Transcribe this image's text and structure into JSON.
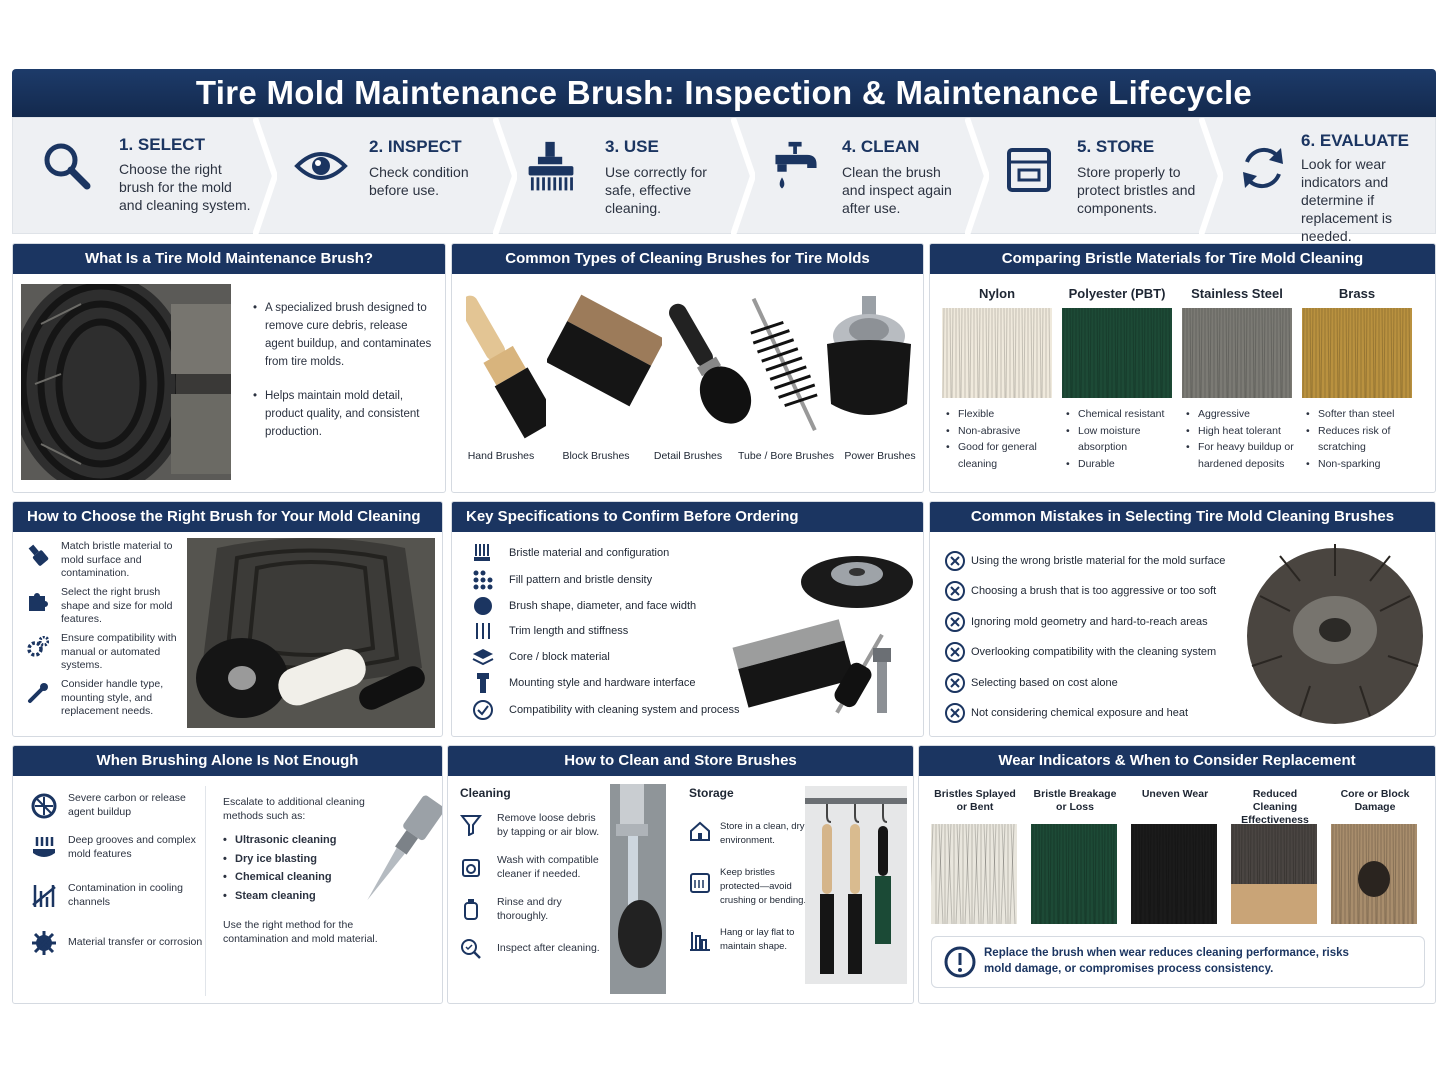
{
  "title": "Tire Mold Maintenance Brush: Inspection & Maintenance Lifecycle",
  "steps": [
    {
      "title": "1. SELECT",
      "text": "Choose the right brush for the mold and cleaning system.",
      "icon": "magnifier-icon"
    },
    {
      "title": "2. INSPECT",
      "text": "Check condition before use.",
      "icon": "eye-icon"
    },
    {
      "title": "3. USE",
      "text": "Use correctly for safe, effective cleaning.",
      "icon": "brush-tool-icon"
    },
    {
      "title": "4. CLEAN",
      "text": "Clean the brush and inspect again after use.",
      "icon": "faucet-icon"
    },
    {
      "title": "5. STORE",
      "text": "Store properly to protect bristles and components.",
      "icon": "storage-box-icon"
    },
    {
      "title": "6. EVALUATE",
      "text": "Look for wear indicators and determine if replacement is needed.",
      "icon": "refresh-icon"
    }
  ],
  "what_is": {
    "heading": "What Is a Tire Mold Maintenance Brush?",
    "bullets": [
      "A specialized brush designed to remove cure debris, release agent buildup, and contaminates from tire molds.",
      "Helps maintain mold detail, product quality, and consistent production."
    ]
  },
  "types": {
    "heading": "Common Types of Cleaning Brushes for Tire Molds",
    "items": [
      "Hand Brushes",
      "Block Brushes",
      "Detail Brushes",
      "Tube / Bore Brushes",
      "Power Brushes"
    ]
  },
  "materials": {
    "heading": "Comparing Bristle Materials for Tire Mold Cleaning",
    "columns": [
      {
        "name": "Nylon",
        "color": "#efe9dc",
        "points": [
          "Flexible",
          "Non-abrasive",
          "Good for general cleaning"
        ]
      },
      {
        "name": "Polyester (PBT)",
        "color": "#1d4a36",
        "points": [
          "Chemical resistant",
          "Low moisture absorption",
          "Durable"
        ]
      },
      {
        "name": "Stainless Steel",
        "color": "#7b7a74",
        "points": [
          "Aggressive",
          "High heat tolerant",
          "For heavy buildup or hardened deposits"
        ]
      },
      {
        "name": "Brass",
        "color": "#b9913f",
        "points": [
          "Softer than steel",
          "Reduces risk of scratching",
          "Non-sparking"
        ]
      }
    ]
  },
  "choose": {
    "heading": "How to Choose the Right Brush for Your Mold Cleaning System",
    "items": [
      {
        "text": "Match bristle material to mold surface and contamination.",
        "icon": "brush-icon"
      },
      {
        "text": "Select the right brush shape and size for mold features.",
        "icon": "puzzle-icon"
      },
      {
        "text": "Ensure compatibility with manual or automated systems.",
        "icon": "gears-icon"
      },
      {
        "text": "Consider handle type, mounting style, and replacement needs.",
        "icon": "wrench-icon"
      }
    ]
  },
  "specs": {
    "heading": "Key Specifications to Confirm Before Ordering",
    "items": [
      {
        "text": "Bristle material and configuration",
        "icon": "bristles-icon"
      },
      {
        "text": "Fill pattern and bristle density",
        "icon": "dots-icon"
      },
      {
        "text": "Brush shape, diameter, and face width",
        "icon": "circle-icon"
      },
      {
        "text": "Trim length and stiffness",
        "icon": "lines-icon"
      },
      {
        "text": "Core / block material",
        "icon": "layers-icon"
      },
      {
        "text": "Mounting style and hardware interface",
        "icon": "bolt-icon"
      },
      {
        "text": "Compatibility with cleaning system and process",
        "icon": "check-circle-icon"
      }
    ]
  },
  "mistakes": {
    "heading": "Common Mistakes in Selecting Tire Mold Cleaning Brushes",
    "items": [
      "Using the wrong bristle material for the mold surface",
      "Choosing a brush that is too aggressive or too soft",
      "Ignoring mold geometry and hard-to-reach areas",
      "Overlooking compatibility with the cleaning system",
      "Selecting based on cost alone",
      "Not considering chemical exposure and heat"
    ]
  },
  "not_enough": {
    "heading": "When Brushing Alone Is Not Enough",
    "items": [
      {
        "text": "Severe carbon or release agent buildup",
        "icon": "carbon-icon"
      },
      {
        "text": "Deep grooves and complex mold features",
        "icon": "grooves-icon"
      },
      {
        "text": "Contamination in cooling channels",
        "icon": "cooling-icon"
      },
      {
        "text": "Material transfer or corrosion",
        "icon": "corrosion-icon"
      }
    ],
    "escalate": "Escalate to additional cleaning methods such as:",
    "methods": [
      "Ultrasonic cleaning",
      "Dry ice blasting",
      "Chemical cleaning",
      "Steam cleaning"
    ],
    "note": "Use the right method for the contamination and mold material."
  },
  "clean_store": {
    "heading": "How to Clean and Store Brushes",
    "cleaning_title": "Cleaning",
    "cleaning": [
      {
        "text": "Remove loose debris by tapping or air blow.",
        "icon": "funnel-icon"
      },
      {
        "text": "Wash with compatible cleaner if needed.",
        "icon": "wash-icon"
      },
      {
        "text": "Rinse and dry thoroughly.",
        "icon": "bottle-icon"
      },
      {
        "text": "Inspect after cleaning.",
        "icon": "inspect-icon"
      }
    ],
    "storage_title": "Storage",
    "storage": [
      {
        "text": "Store in a clean, dry environment.",
        "icon": "house-icon"
      },
      {
        "text": "Keep bristles protected—avoid crushing or bending.",
        "icon": "protect-icon"
      },
      {
        "text": "Hang or lay flat to maintain shape.",
        "icon": "hang-icon"
      }
    ]
  },
  "wear": {
    "heading": "Wear Indicators & When to Consider Replacement",
    "items": [
      "Bristles Splayed or Bent",
      "Bristle Breakage or Loss",
      "Uneven Wear",
      "Reduced Cleaning Effectiveness",
      "Core or Block Damage"
    ],
    "alert": "Replace the brush when wear reduces cleaning performance, risks mold damage, or compromises process consistency.",
    "alert_icon": "exclamation-icon"
  },
  "colors": {
    "navy": "#1b3561",
    "light": "#eef0f3"
  }
}
